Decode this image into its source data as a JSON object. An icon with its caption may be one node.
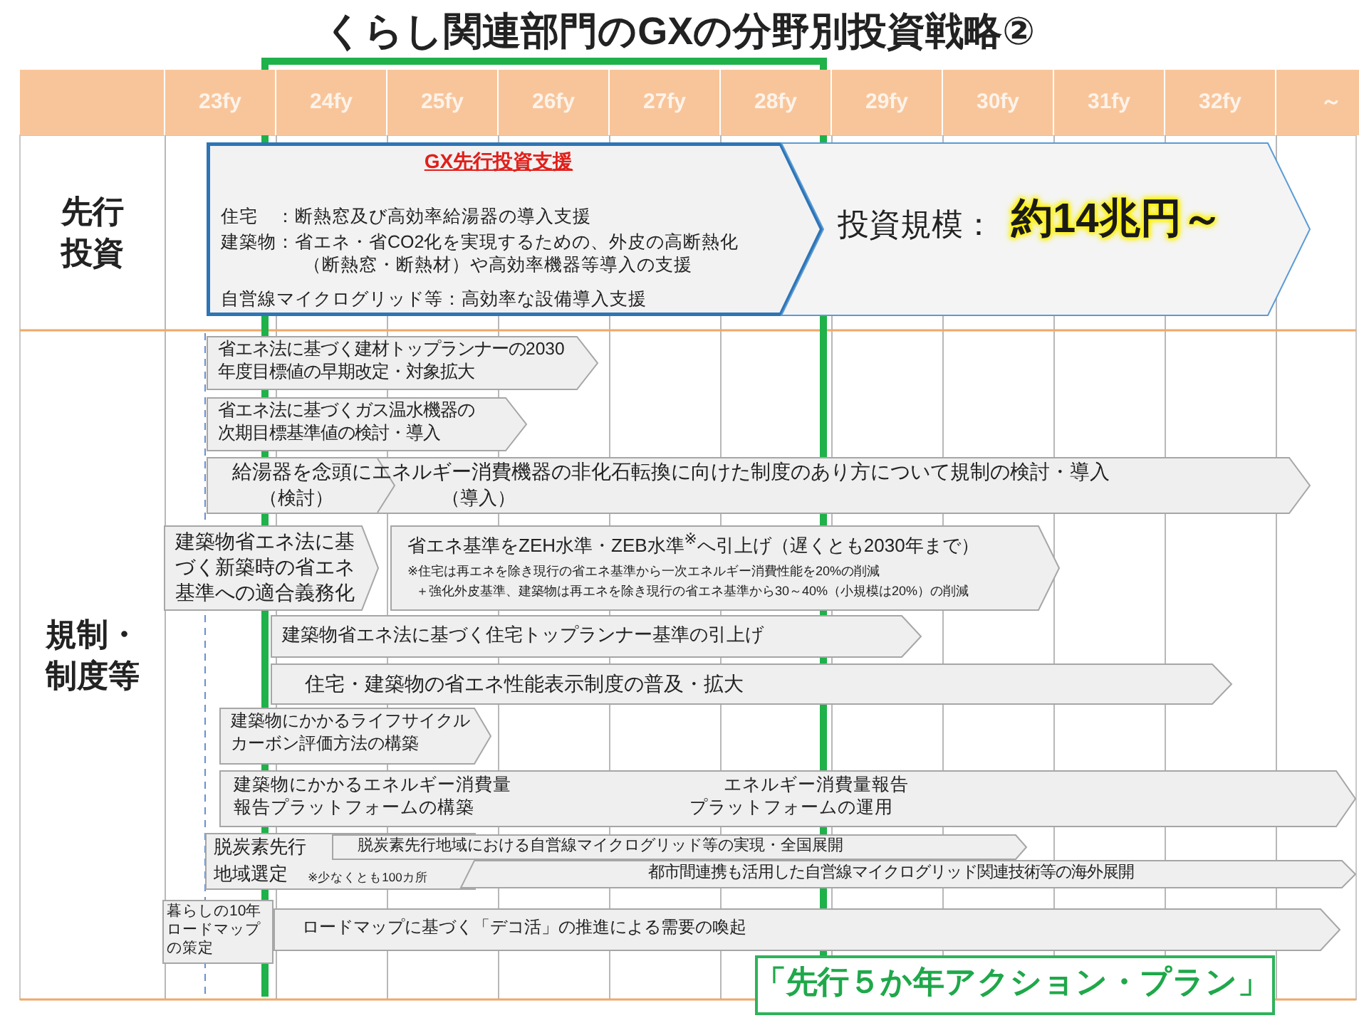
{
  "diagram": {
    "title": "くらし関連部門のGXの分野別投資戦略②",
    "nodes": [
      {
        "text": [
          "GX先行投資支援",
          "住宅　：断熱窓及び高効率給湯器の導入支援",
          "建築物：省エネ・省CO2化を実現するための、外皮の高断熱化（断熱窓・断熱材）や高効率機器等導入の支援",
          "自営線マイクログリッド等：高効率な設備導入支援"
        ]
      },
      {
        "text": [
          "投資規模：",
          "約14兆円～"
        ]
      },
      {
        "text": [
          "省エネ法に基づく建材トップランナーの2030年度目標値の早期改定・対象拡大"
        ]
      },
      {
        "text": [
          "省エネ法に基づくガス温水機器の次期目標基準値の検討・導入"
        ]
      },
      {
        "text": [
          "給湯器を念頭にエネルギー消費機器の非化石転換に向けた制度のあり方について規制の検討・導入",
          "（検討）",
          "（導入）"
        ]
      },
      {
        "text": [
          "建築物省エネ法に基づく新築時の省エネ基準への適合義務化"
        ]
      },
      {
        "text": [
          "省エネ基準をZEH水準・ZEB水準$^{※}$へ引上げ（遅くとも2030年まで）",
          "※住宅は再エネを除き現行の省エネ基準から一次エネルギー消費性能を20%の削減",
          "＋強化外皮基準、建築物は再エネを除き現行の省エネ基準から30～40%（小規模は20%）の削減"
        ]
      },
      {
        "text": [
          "建築物省エネ法に基づく住宅トップランナー基準の引上げ"
        ]
      },
      {
        "text": [
          "住宅・建築物の省エネ性能表示制度の普及・拡大"
        ]
      },
      {
        "text": [
          "建築物にかかるライフサイクルカーボン評価方法の構築"
        ]
      },
      {
        "text": [
          "建築物にかかるエネルギー消費量報告プラットフォームの構築",
          "エネルギー消費量報告プラットフォームの運用"
        ]
      },
      {
        "text": [
          "脱炭素先行地域選定",
          "※少なくとも100カ所"
        ]
      },
      {
        "text": [
          "脱炭素先行地域における自営線マイクログリッド等の実現・全国展開"
        ]
      },
      {
        "text": [
          "都市間連携も活用した自営線マイクログリッド関連技術等の海外展開"
        ]
      },
      {
        "text": [
          "暮らしの10年ロードマップの策定"
        ]
      },
      {
        "text": [
          "ロードマップに基づく「デコ活」の推進による需要の喚起"
        ]
      },
      {
        "text": [
          "「先行５か年アクション・プラン」"
        ]
      }
    ],
    "labels": [
      "23fy",
      "24fy",
      "25fy",
      "26fy",
      "27fy",
      "28fy",
      "29fy",
      "30fy",
      "31fy",
      "32fy",
      "～",
      "先行投資",
      "規制・制度等"
    ]
  }
}
